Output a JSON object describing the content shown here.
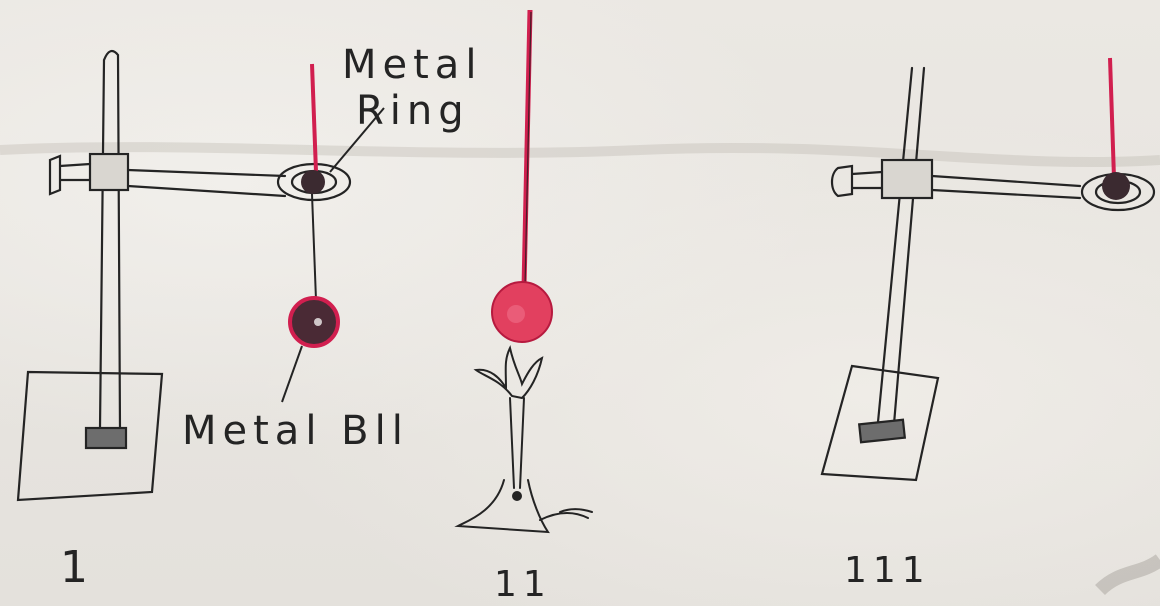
{
  "labels": {
    "metal_ring_line1": "Metal",
    "metal_ring_line2": "Ring",
    "metal_ball": "Metal Bll"
  },
  "figure_numbers": {
    "first": "1",
    "second": "11",
    "third": "111"
  },
  "colors": {
    "paper": "#e9e6e1",
    "ink": "#242424",
    "red_pencil": "#d11f4f",
    "dark_ball": "#4a2a35",
    "hot_ball": "#e2405f"
  }
}
